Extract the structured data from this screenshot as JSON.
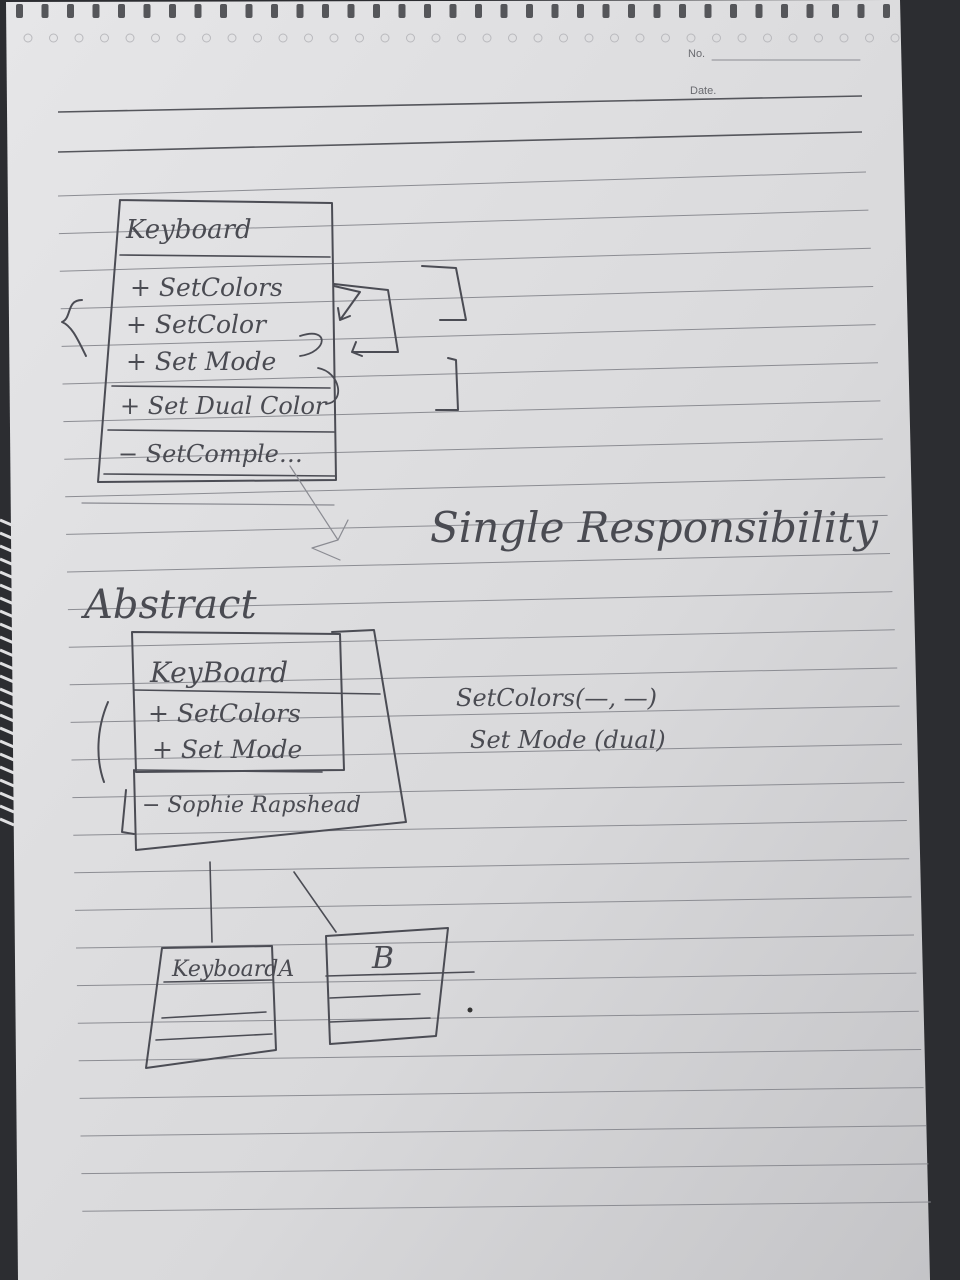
{
  "header": {
    "no_label": "No.",
    "date_label": "Date."
  },
  "diagram1": {
    "class_name": "Keyboard",
    "methods_group": [
      "+ SetColors",
      "+ SetColor",
      "+ Set Mode"
    ],
    "method_dual": "+ Set Dual Color",
    "private_method": "− SetComple…"
  },
  "principle_label": "Single Responsibility",
  "abstract_label": "Abstract",
  "diagram2": {
    "class_name": "KeyBoard",
    "methods": [
      "+ SetColors",
      "+ Set Mode"
    ],
    "private_method": "− Sophie Rapshead"
  },
  "notes": [
    "SetColors(—, —)",
    "Set Mode (dual)"
  ],
  "subclass_a": "KeyboardA",
  "subclass_b": "B",
  "colors": {
    "paper": "#dcdcde",
    "rule_line": "#8c8d93",
    "ink": "#4b4c54"
  }
}
